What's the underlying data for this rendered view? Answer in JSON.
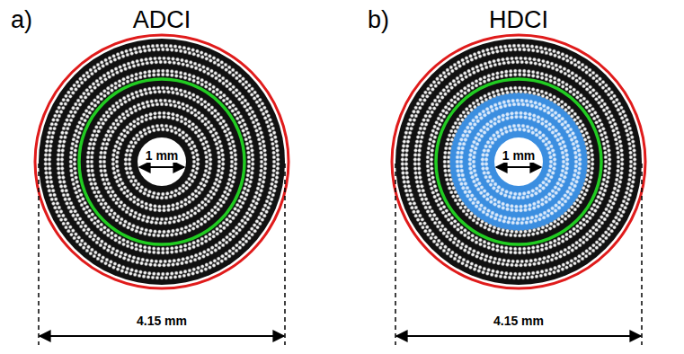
{
  "diagram": {
    "labels": [
      "a)",
      "ADCI",
      "1 mm",
      "4.15 mm",
      "b)",
      "HDCI",
      "1 mm",
      "4.15 mm"
    ]
  }
}
